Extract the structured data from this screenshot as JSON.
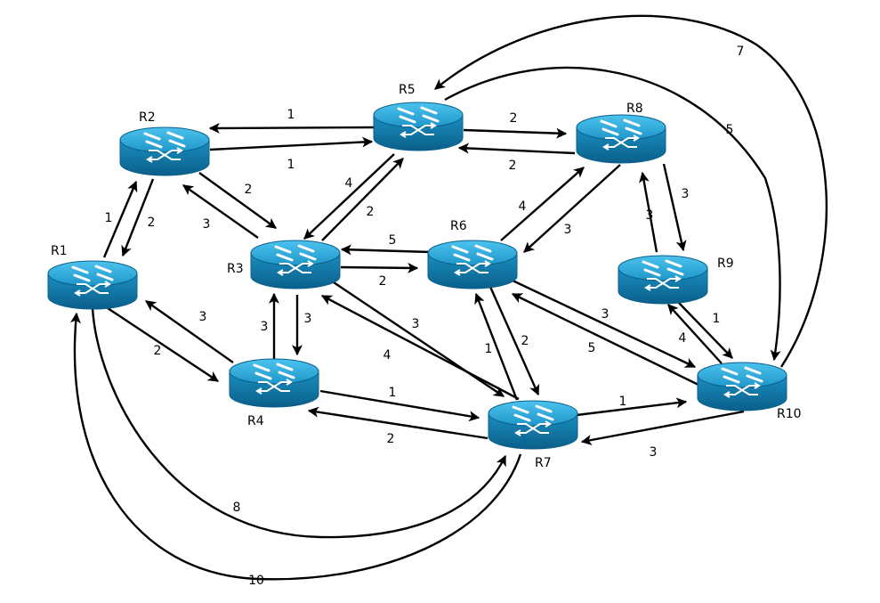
{
  "colors": {
    "router_body": "#1a8fc1",
    "router_top": "#28a9d9",
    "router_dark": "#0b5f8a",
    "router_glyph": "#ffffff",
    "edge": "#000000",
    "background": "#ffffff"
  },
  "router_icon": "cisco-router-icon",
  "routers": [
    {
      "id": "R1",
      "label": "R1"
    },
    {
      "id": "R2",
      "label": "R2"
    },
    {
      "id": "R3",
      "label": "R3"
    },
    {
      "id": "R4",
      "label": "R4"
    },
    {
      "id": "R5",
      "label": "R5"
    },
    {
      "id": "R6",
      "label": "R6"
    },
    {
      "id": "R7",
      "label": "R7"
    },
    {
      "id": "R8",
      "label": "R8"
    },
    {
      "id": "R9",
      "label": "R9"
    },
    {
      "id": "R10",
      "label": "R10"
    }
  ],
  "links": [
    {
      "from": "R1",
      "to": "R2",
      "weight": "1"
    },
    {
      "from": "R2",
      "to": "R1",
      "weight": "2"
    },
    {
      "from": "R2",
      "to": "R3",
      "weight": "2"
    },
    {
      "from": "R3",
      "to": "R2",
      "weight": "3"
    },
    {
      "from": "R5",
      "to": "R2",
      "weight": "1"
    },
    {
      "from": "R2",
      "to": "R5",
      "weight": "1"
    },
    {
      "from": "R5",
      "to": "R8",
      "weight": "2"
    },
    {
      "from": "R8",
      "to": "R5",
      "weight": "2"
    },
    {
      "from": "R5",
      "to": "R3",
      "weight": "4"
    },
    {
      "from": "R3",
      "to": "R5",
      "weight": "2"
    },
    {
      "from": "R6",
      "to": "R3",
      "weight": "5"
    },
    {
      "from": "R3",
      "to": "R6",
      "weight": "2"
    },
    {
      "from": "R6",
      "to": "R8",
      "weight": "4"
    },
    {
      "from": "R8",
      "to": "R6",
      "weight": "3"
    },
    {
      "from": "R8",
      "to": "R9",
      "weight": "3"
    },
    {
      "from": "R9",
      "to": "R8",
      "weight": "3"
    },
    {
      "from": "R1",
      "to": "R4",
      "weight": "2"
    },
    {
      "from": "R4",
      "to": "R1",
      "weight": "3"
    },
    {
      "from": "R4",
      "to": "R3",
      "weight": "3"
    },
    {
      "from": "R3",
      "to": "R4",
      "weight": "3"
    },
    {
      "from": "R4",
      "to": "R7",
      "weight": "1"
    },
    {
      "from": "R7",
      "to": "R4",
      "weight": "2"
    },
    {
      "from": "R3",
      "to": "R7",
      "weight": "3"
    },
    {
      "from": "R7",
      "to": "R3",
      "weight": "4"
    },
    {
      "from": "R7",
      "to": "R6",
      "weight": "1"
    },
    {
      "from": "R6",
      "to": "R7",
      "weight": "2"
    },
    {
      "from": "R6",
      "to": "R10",
      "weight": "3"
    },
    {
      "from": "R10",
      "to": "R6",
      "weight": "5"
    },
    {
      "from": "R9",
      "to": "R10",
      "weight": "1"
    },
    {
      "from": "R10",
      "to": "R9",
      "weight": "4"
    },
    {
      "from": "R7",
      "to": "R10",
      "weight": "1"
    },
    {
      "from": "R10",
      "to": "R7",
      "weight": "3"
    },
    {
      "from": "R1",
      "to": "R7",
      "weight": "8"
    },
    {
      "from": "R7",
      "to": "R1",
      "weight": "10"
    },
    {
      "from": "R5",
      "to": "R10",
      "weight": "5"
    },
    {
      "from": "R10",
      "to": "R5",
      "weight": "7"
    }
  ]
}
